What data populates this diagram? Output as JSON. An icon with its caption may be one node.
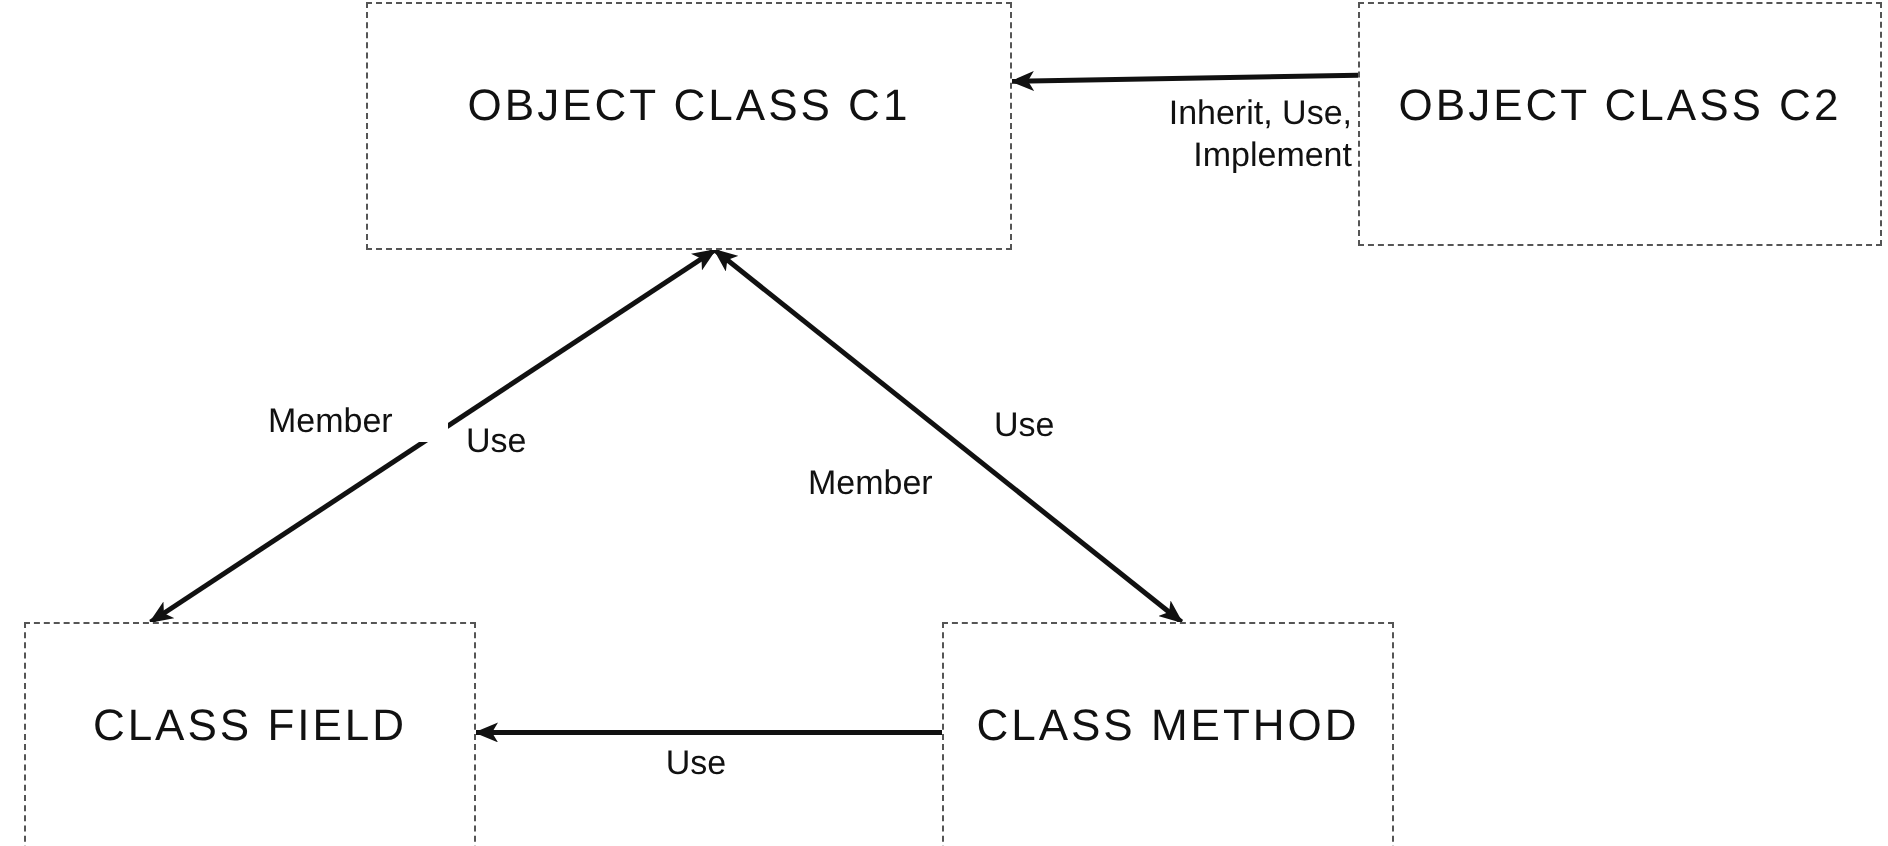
{
  "diagram": {
    "nodes": [
      {
        "text": [
          "OBJECT CLASS C1"
        ]
      },
      {
        "text": [
          "OBJECT CLASS C2"
        ]
      },
      {
        "text": [
          "CLASS FIELD"
        ]
      },
      {
        "text": [
          "CLASS METHOD"
        ]
      }
    ],
    "edges": [
      {
        "from": 1,
        "to": 0,
        "arrow": "to",
        "label": "Inherit, Use, Implement"
      },
      {
        "from": 0,
        "to": 2,
        "arrow": "both",
        "label": "Member"
      },
      {
        "from": 0,
        "to": 3,
        "arrow": "both",
        "label": "Member"
      },
      {
        "from": 3,
        "to": 2,
        "arrow": "to",
        "label": "Use"
      }
    ],
    "labels": [
      "Use",
      "Use"
    ]
  }
}
